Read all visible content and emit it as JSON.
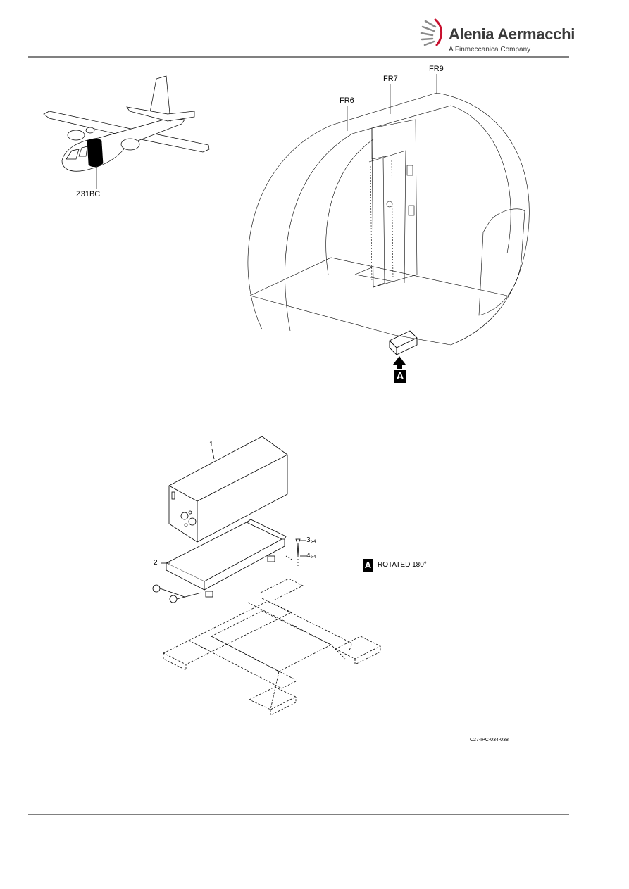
{
  "header": {
    "company": "Alenia Aermacchi",
    "subtitle": "A Finmeccanica Company"
  },
  "figure": {
    "zone_label": "Z31BC",
    "frames": [
      "FR6",
      "FR7",
      "FR9"
    ],
    "view_marker": "A",
    "view_note": "ROTATED 180°",
    "items": [
      {
        "num": "1"
      },
      {
        "num": "2"
      },
      {
        "num": "3",
        "qty": "x4"
      },
      {
        "num": "4",
        "qty": "x4"
      }
    ],
    "reference": "C27-IPC-034-038"
  },
  "colors": {
    "ink": "#000000",
    "logo_red": "#c8102e",
    "logo_grey": "#8a8a8a"
  }
}
